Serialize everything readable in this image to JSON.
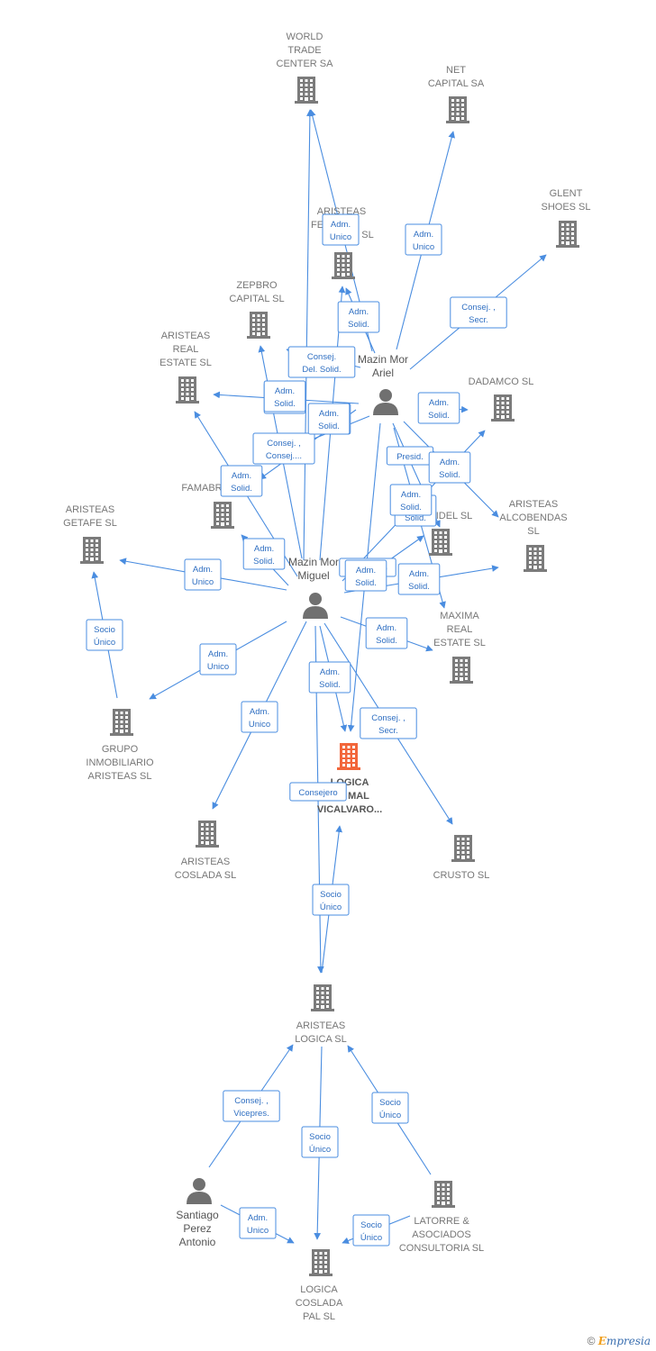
{
  "colors": {
    "company": "#7b7b7b",
    "focus": "#f2663a",
    "person": "#707070",
    "edge": "#4a8de0",
    "edge_text": "#2f6fc2"
  },
  "footer": {
    "copyright": "©",
    "brand_first": "E",
    "brand_rest": "mpresia"
  },
  "nodes": [
    {
      "id": "wtc",
      "type": "company",
      "lines": [
        "WORLD",
        "TRADE",
        "CENTER SA"
      ]
    },
    {
      "id": "net",
      "type": "company",
      "lines": [
        "NET",
        "CAPITAL SA"
      ]
    },
    {
      "id": "glent",
      "type": "company",
      "lines": [
        "GLENT",
        "SHOES  SL"
      ]
    },
    {
      "id": "ferret",
      "type": "company",
      "lines": [
        "ARISTEAS",
        "FER",
        "SL"
      ]
    },
    {
      "id": "zepbro",
      "type": "company",
      "lines": [
        "ZEPBRO",
        "CAPITAL  SL"
      ]
    },
    {
      "id": "realestate",
      "type": "company",
      "lines": [
        "ARISTEAS",
        "REAL",
        "ESTATE  SL"
      ]
    },
    {
      "id": "dadamco",
      "type": "company",
      "lines": [
        "DADAMCO SL"
      ]
    },
    {
      "id": "famabr",
      "type": "company",
      "lines": [
        "FAMABR"
      ]
    },
    {
      "id": "idel",
      "type": "company",
      "lines": [
        "IDEL SL"
      ]
    },
    {
      "id": "alcobendas",
      "type": "company",
      "lines": [
        "ARISTEAS",
        "ALCOBENDAS",
        "SL"
      ]
    },
    {
      "id": "getafe",
      "type": "company",
      "lines": [
        "ARISTEAS",
        "GETAFE  SL"
      ]
    },
    {
      "id": "maxima",
      "type": "company",
      "lines": [
        "MAXIMA",
        "REAL",
        "ESTATE  SL"
      ]
    },
    {
      "id": "grupo",
      "type": "company",
      "lines": [
        "GRUPO",
        "INMOBILIARIO",
        "ARISTEAS SL"
      ]
    },
    {
      "id": "logica_vic",
      "type": "focus",
      "lines": [
        "LOGICA",
        "MAL",
        "VICALVARO..."
      ]
    },
    {
      "id": "coslada",
      "type": "company",
      "lines": [
        "ARISTEAS",
        "COSLADA SL"
      ]
    },
    {
      "id": "crusto",
      "type": "company",
      "lines": [
        "CRUSTO SL"
      ]
    },
    {
      "id": "logica_sl",
      "type": "company",
      "lines": [
        "ARISTEAS",
        "LOGICA  SL"
      ]
    },
    {
      "id": "latorre",
      "type": "company",
      "lines": [
        "LATORRE &",
        "ASOCIADOS",
        "CONSULTORIA SL"
      ]
    },
    {
      "id": "logica_pal",
      "type": "company",
      "lines": [
        "LOGICA",
        "COSLADA",
        "PAL  SL"
      ]
    },
    {
      "id": "ariel",
      "type": "person",
      "lines": [
        "Mazin Mor",
        "Ariel"
      ]
    },
    {
      "id": "miguel",
      "type": "person",
      "lines": [
        "Mazin Mor",
        "Miguel"
      ]
    },
    {
      "id": "santiago",
      "type": "person",
      "lines": [
        "Santiago",
        "Perez",
        "Antonio"
      ]
    }
  ],
  "edges": [
    {
      "from": "ariel",
      "to": "wtc",
      "lines": [
        "Adm.",
        "Unico"
      ]
    },
    {
      "from": "ariel",
      "to": "net",
      "lines": [
        "Adm.",
        "Unico"
      ]
    },
    {
      "from": "ariel",
      "to": "glent",
      "lines": [
        "Consej. ,",
        "Secr."
      ]
    },
    {
      "from": "ariel",
      "to": "ferret",
      "lines": [
        "Adm.",
        "Solid."
      ]
    },
    {
      "from": "ariel",
      "to": "zepbro",
      "lines": [
        "Consej.",
        "Del. Solid."
      ]
    },
    {
      "from": "ariel",
      "to": "realestate",
      "lines": [
        "Adm.",
        "Solid."
      ]
    },
    {
      "from": "ariel",
      "to": "dadamco",
      "lines": [
        "Adm.",
        "Solid."
      ]
    },
    {
      "from": "ariel",
      "to": "famabr",
      "lines": [
        "Adm.",
        "Solid."
      ]
    },
    {
      "from": "ariel",
      "to": "famabr",
      "lines": [
        "Consej. ,",
        "Consej...."
      ]
    },
    {
      "from": "ariel",
      "to": "idel",
      "lines": [
        "Presid."
      ]
    },
    {
      "from": "ariel",
      "to": "alcobendas",
      "lines": [
        "Adm.",
        "Solid."
      ]
    },
    {
      "from": "ariel",
      "to": "maxima",
      "lines": [
        "Adm.",
        "Solid."
      ]
    },
    {
      "from": "ariel",
      "to": "logica_vic",
      "lines": [
        "Adm.",
        "Solid."
      ]
    },
    {
      "from": "miguel",
      "to": "wtc",
      "lines": [
        "Adm.",
        "Unico"
      ]
    },
    {
      "from": "miguel",
      "to": "ferret",
      "lines": [
        "Adm.",
        "Solid."
      ]
    },
    {
      "from": "miguel",
      "to": "realestate",
      "lines": [
        "Adm.",
        "Solid."
      ]
    },
    {
      "from": "miguel",
      "to": "zepbro",
      "lines": [
        "Adm.",
        "Solid."
      ]
    },
    {
      "from": "miguel",
      "to": "famabr",
      "lines": [
        "Adm.",
        "Solid."
      ]
    },
    {
      "from": "miguel",
      "to": "getafe",
      "lines": [
        "Adm.",
        "Unico"
      ]
    },
    {
      "from": "miguel",
      "to": "dadamco",
      "lines": [
        "Consejero"
      ]
    },
    {
      "from": "miguel",
      "to": "idel",
      "lines": [
        "Adm.",
        "Solid."
      ]
    },
    {
      "from": "miguel",
      "to": "alcobendas",
      "lines": [
        "Adm.",
        "Solid."
      ]
    },
    {
      "from": "miguel",
      "to": "maxima",
      "lines": [
        "Adm.",
        "Solid."
      ]
    },
    {
      "from": "miguel",
      "to": "grupo",
      "lines": [
        "Adm.",
        "Unico"
      ]
    },
    {
      "from": "miguel",
      "to": "coslada",
      "lines": [
        "Adm.",
        "Unico"
      ]
    },
    {
      "from": "miguel",
      "to": "logica_vic",
      "lines": [
        "Adm.",
        "Solid."
      ]
    },
    {
      "from": "miguel",
      "to": "crusto",
      "lines": [
        "Consej. ,",
        "Secr."
      ]
    },
    {
      "from": "miguel",
      "to": "logica_sl",
      "lines": [
        "Consejero"
      ]
    },
    {
      "from": "grupo",
      "to": "getafe",
      "lines": [
        "Socio",
        "Único"
      ]
    },
    {
      "from": "logica_sl",
      "to": "logica_vic",
      "lines": [
        "Socio",
        "Único"
      ]
    },
    {
      "from": "santiago",
      "to": "logica_sl",
      "lines": [
        "Consej. ,",
        "Vicepres."
      ]
    },
    {
      "from": "santiago",
      "to": "logica_pal",
      "lines": [
        "Adm.",
        "Unico"
      ]
    },
    {
      "from": "logica_sl",
      "to": "logica_pal",
      "lines": [
        "Socio",
        "Único"
      ]
    },
    {
      "from": "latorre",
      "to": "logica_sl",
      "lines": [
        "Socio",
        "Único"
      ]
    },
    {
      "from": "latorre",
      "to": "logica_pal",
      "lines": [
        "Socio",
        "Único"
      ]
    }
  ]
}
